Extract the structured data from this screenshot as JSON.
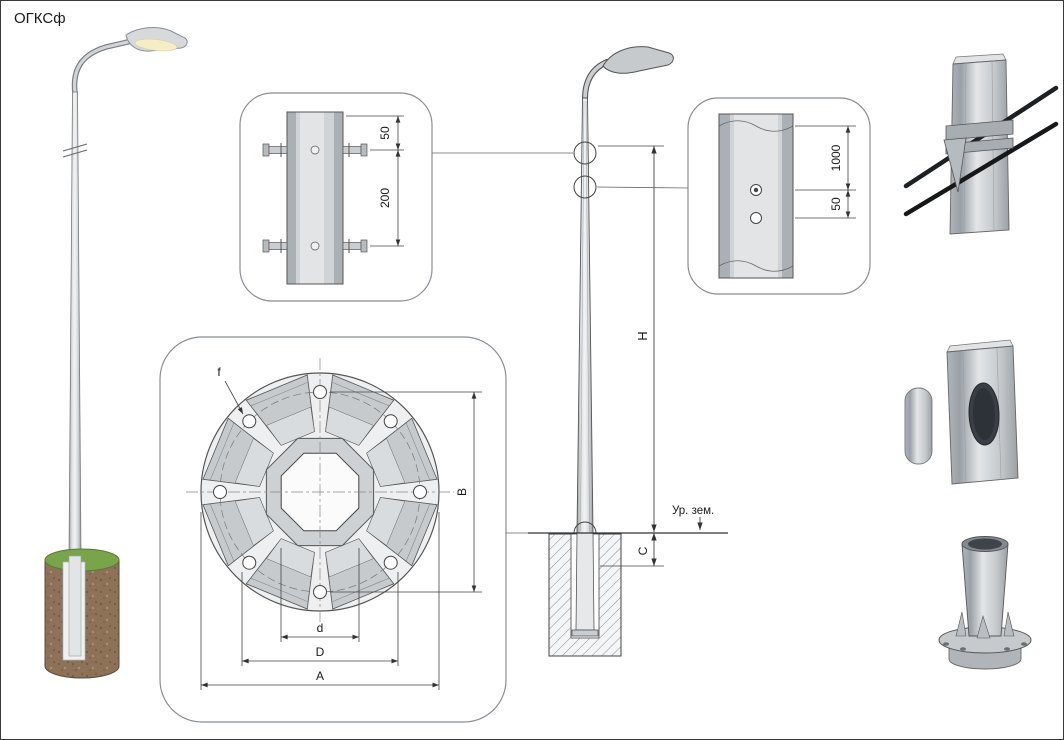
{
  "title": "ОГКСф",
  "bracket_clamp_detail": {
    "dim_50": "50",
    "dim_200": "200"
  },
  "flange_plan": {
    "dim_f": "f",
    "dim_B": "B",
    "dim_d": "d",
    "dim_D": "D",
    "dim_A": "A"
  },
  "elevation": {
    "dim_H": "H",
    "dim_C": "C",
    "ground_label": "Ур. зем."
  },
  "top_section_detail": {
    "dim_1000": "1000",
    "dim_50": "50"
  }
}
